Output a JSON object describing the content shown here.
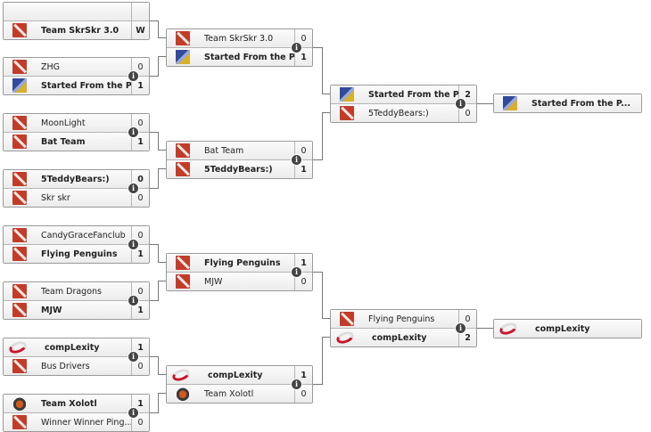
{
  "rounds": [
    [
      [
        {
          "name": "",
          "score": "",
          "icon": "none",
          "win": false
        },
        {
          "name": "Team SkrSkr 3.0",
          "score": "W",
          "icon": "dota-icon",
          "win": true
        }
      ],
      [
        {
          "name": "ZHG",
          "score": "0",
          "icon": "dota-icon",
          "win": false
        },
        {
          "name": "Started From the P...",
          "score": "1",
          "icon": "sftp-logo-icon",
          "win": true
        }
      ],
      [
        {
          "name": "MoonLight",
          "score": "0",
          "icon": "dota-icon",
          "win": false
        },
        {
          "name": "Bat Team",
          "score": "1",
          "icon": "dota-icon",
          "win": true
        }
      ],
      [
        {
          "name": "5TeddyBears:)",
          "score": "0",
          "icon": "dota-icon",
          "win": true
        },
        {
          "name": "Skr skr",
          "score": "0",
          "icon": "dota-icon",
          "win": false
        }
      ],
      [
        {
          "name": "CandyGraceFanclub",
          "score": "0",
          "icon": "dota-icon",
          "win": false
        },
        {
          "name": "Flying Penguins",
          "score": "1",
          "icon": "dota-icon",
          "win": true
        }
      ],
      [
        {
          "name": "Team Dragons",
          "score": "0",
          "icon": "dota-icon",
          "win": false
        },
        {
          "name": "MJW",
          "score": "1",
          "icon": "dota-icon",
          "win": true
        }
      ],
      [
        {
          "name": "compLexity",
          "score": "1",
          "icon": "complexity-logo-icon",
          "win": true
        },
        {
          "name": "Bus Drivers",
          "score": "0",
          "icon": "dota-icon",
          "win": false
        }
      ],
      [
        {
          "name": "Team Xolotl",
          "score": "1",
          "icon": "xolotl-logo-icon",
          "win": true
        },
        {
          "name": "Winner Winner Ping...",
          "score": "0",
          "icon": "dota-icon",
          "win": false
        }
      ]
    ],
    [
      [
        {
          "name": "Team SkrSkr 3.0",
          "score": "0",
          "icon": "dota-icon",
          "win": false
        },
        {
          "name": "Started From the P...",
          "score": "1",
          "icon": "sftp-logo-icon",
          "win": true
        }
      ],
      [
        {
          "name": "Bat Team",
          "score": "0",
          "icon": "dota-icon",
          "win": false
        },
        {
          "name": "5TeddyBears:)",
          "score": "1",
          "icon": "dota-icon",
          "win": true
        }
      ],
      [
        {
          "name": "Flying Penguins",
          "score": "1",
          "icon": "dota-icon",
          "win": true
        },
        {
          "name": "MJW",
          "score": "0",
          "icon": "dota-icon",
          "win": false
        }
      ],
      [
        {
          "name": "compLexity",
          "score": "1",
          "icon": "complexity-logo-icon",
          "win": true
        },
        {
          "name": "Team Xolotl",
          "score": "0",
          "icon": "xolotl-logo-icon",
          "win": false
        }
      ]
    ],
    [
      [
        {
          "name": "Started From the P...",
          "score": "2",
          "icon": "sftp-logo-icon",
          "win": true
        },
        {
          "name": "5TeddyBears:)",
          "score": "0",
          "icon": "dota-icon",
          "win": false
        }
      ],
      [
        {
          "name": "Flying Penguins",
          "score": "0",
          "icon": "dota-icon",
          "win": false
        },
        {
          "name": "compLexity",
          "score": "2",
          "icon": "complexity-logo-icon",
          "win": true
        }
      ]
    ]
  ],
  "winners": [
    {
      "name": "Started From the P...",
      "icon": "sftp-logo-icon"
    },
    {
      "name": "compLexity",
      "icon": "complexity-logo-icon"
    }
  ],
  "info_glyph": "i"
}
